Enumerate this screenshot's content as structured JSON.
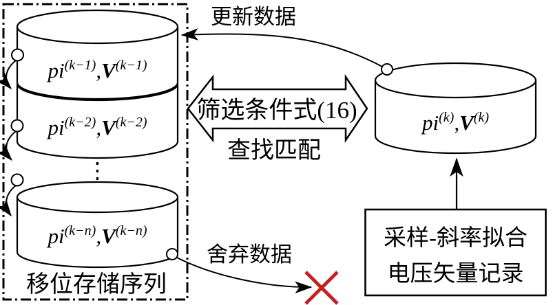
{
  "diagram": {
    "shift_stack": {
      "panel_label": "移位存储序列",
      "ellipsis": "⋮",
      "cylinders": [
        {
          "p": "pi",
          "p_sup": "(k−1)",
          "sep": ",",
          "v": "V",
          "v_sup": "(k−1)"
        },
        {
          "p": "pi",
          "p_sup": "(k−2)",
          "sep": ",",
          "v": "V",
          "v_sup": "(k−2)"
        },
        {
          "p": "pi",
          "p_sup": "(k−n)",
          "sep": ",",
          "v": "V",
          "v_sup": "(k−n)"
        }
      ]
    },
    "current_cylinder": {
      "p": "pi",
      "p_sup": "(k)",
      "sep": ",",
      "v": "V",
      "v_sup": "(k)"
    },
    "labels": {
      "update": "更新数据",
      "filter": "筛选条件式(16)",
      "match": "查找匹配",
      "discard": "舍弃数据"
    },
    "record_box": {
      "line1": "采样-斜率拟合",
      "line2": "电压矢量记录"
    },
    "colors": {
      "ink": "#000000",
      "discard_cross": "#c32026",
      "background": "#ffffff"
    }
  }
}
